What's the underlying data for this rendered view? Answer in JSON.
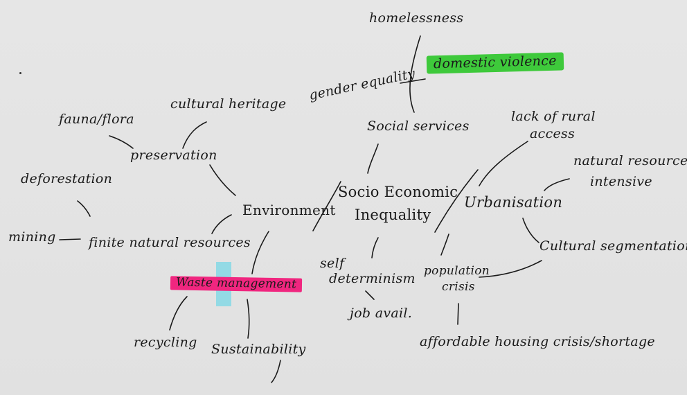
{
  "colors": {
    "highlight_green": "#3ec93b",
    "highlight_pink": "#f0267f",
    "ink": "#1a1a1a",
    "board": "#e4e4e4"
  },
  "nodes": {
    "homelessness": "homelessness",
    "domestic_violence": "domestic violence",
    "gender_equality": "gender equality",
    "social_services": "Social services",
    "lack_rural_access_1": "lack of rural",
    "lack_rural_access_2": "access",
    "natural_resource_intensive_1": "natural resource",
    "natural_resource_intensive_2": "intensive",
    "urbanisation": "Urbanisation",
    "cultural_segmentation": "Cultural segmentation",
    "population_crisis_1": "population",
    "population_crisis_2": "crisis",
    "affordable_housing": "affordable housing crisis/shortage",
    "self_determinism_1": "self",
    "self_determinism_2": "determinism",
    "job_avail": "job avail.",
    "socio_economic_1": "Socio Economic",
    "socio_economic_2": "Inequality",
    "environment": "Environment",
    "cultural_heritage": "cultural heritage",
    "fauna_flora": "fauna/flora",
    "preservation": "preservation",
    "deforestation": "deforestation",
    "mining": "mining",
    "finite_natural_resources": "finite natural resources",
    "waste_management": "Waste management",
    "recycling": "recycling",
    "sustainability": "Sustainability"
  }
}
